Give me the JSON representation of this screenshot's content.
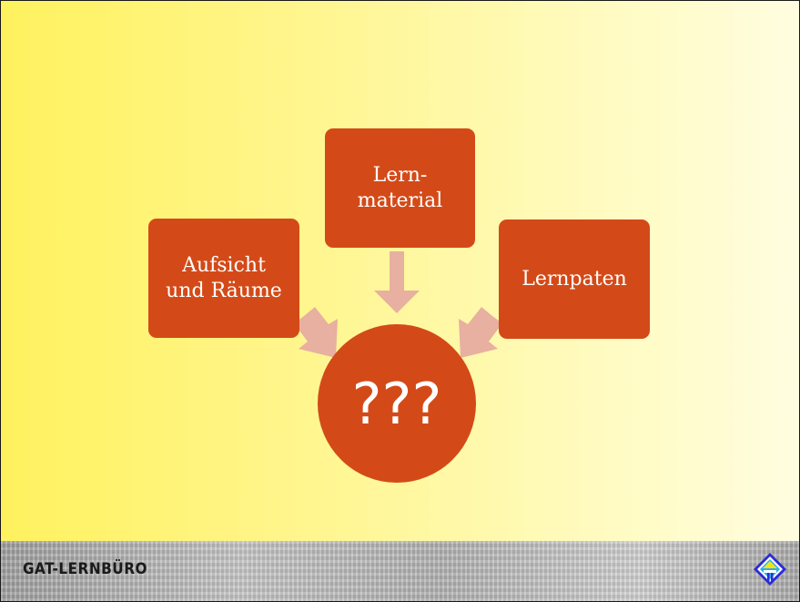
{
  "diagram": {
    "top_box": [
      "Lern-",
      "material"
    ],
    "left_box": [
      "Aufsicht",
      "und Räume"
    ],
    "right_box": [
      "Lernpaten"
    ],
    "center": "???"
  },
  "footer": {
    "label": "GAT-LERNBÜRO"
  },
  "colors": {
    "box": "#d34a18",
    "arrow": "#e8b0a0",
    "background_start": "#fff25e",
    "background_end": "#fffde0"
  },
  "icons": {
    "logo": "school-logo-icon"
  }
}
